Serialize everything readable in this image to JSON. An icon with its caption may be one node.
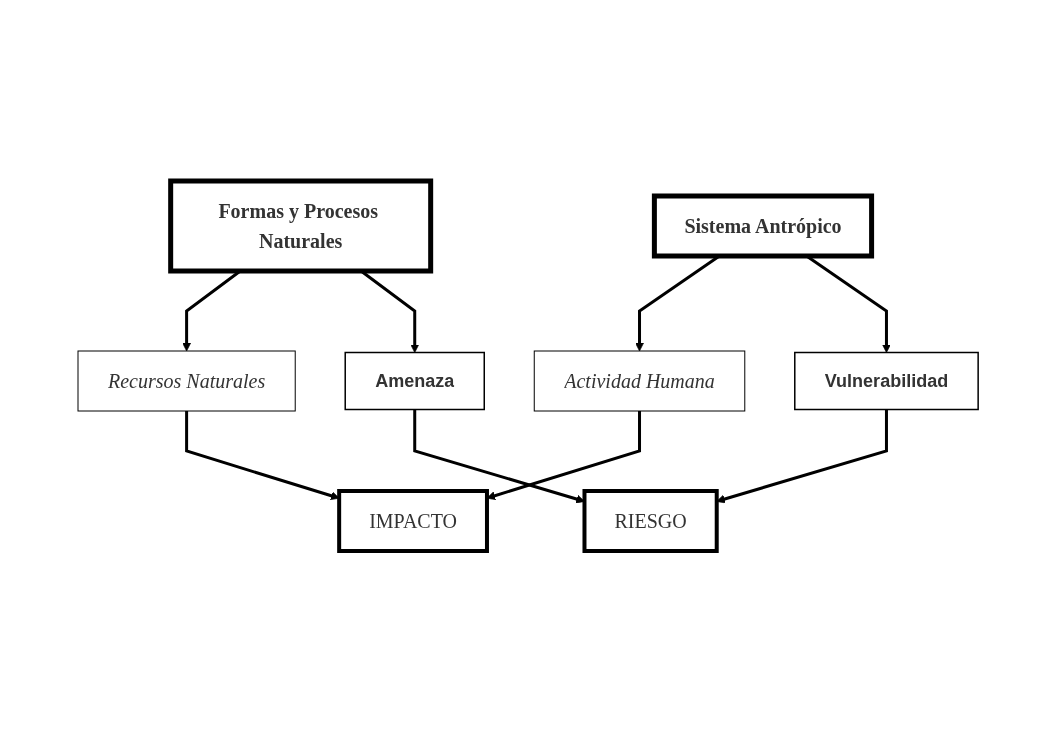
{
  "diagram": {
    "nodes": [
      {
        "text": [
          "Formas y Procesos Naturales"
        ]
      },
      {
        "text": [
          "Sistema Antrópico"
        ]
      },
      {
        "text": [
          "Recursos Naturales"
        ]
      },
      {
        "text": [
          "Actividad Humana"
        ]
      },
      {
        "text": [
          "Vulnerabilidad"
        ]
      },
      {
        "text": [
          "Amenaza"
        ]
      },
      {
        "text": [
          "IMPACTO"
        ]
      },
      {
        "text": [
          "RIESGO"
        ]
      }
    ],
    "edges": [
      {
        "from": 0,
        "to": 2,
        "arrow": "to"
      },
      {
        "from": 0,
        "to": 5,
        "arrow": "to"
      },
      {
        "from": 1,
        "to": 3,
        "arrow": "to"
      },
      {
        "from": 1,
        "to": 4,
        "arrow": "to"
      },
      {
        "from": 2,
        "to": 6,
        "arrow": "to"
      },
      {
        "from": 3,
        "to": 6,
        "arrow": "to"
      },
      {
        "from": 4,
        "to": 7,
        "arrow": "to"
      },
      {
        "from": 5,
        "to": 7,
        "arrow": "to"
      }
    ]
  }
}
